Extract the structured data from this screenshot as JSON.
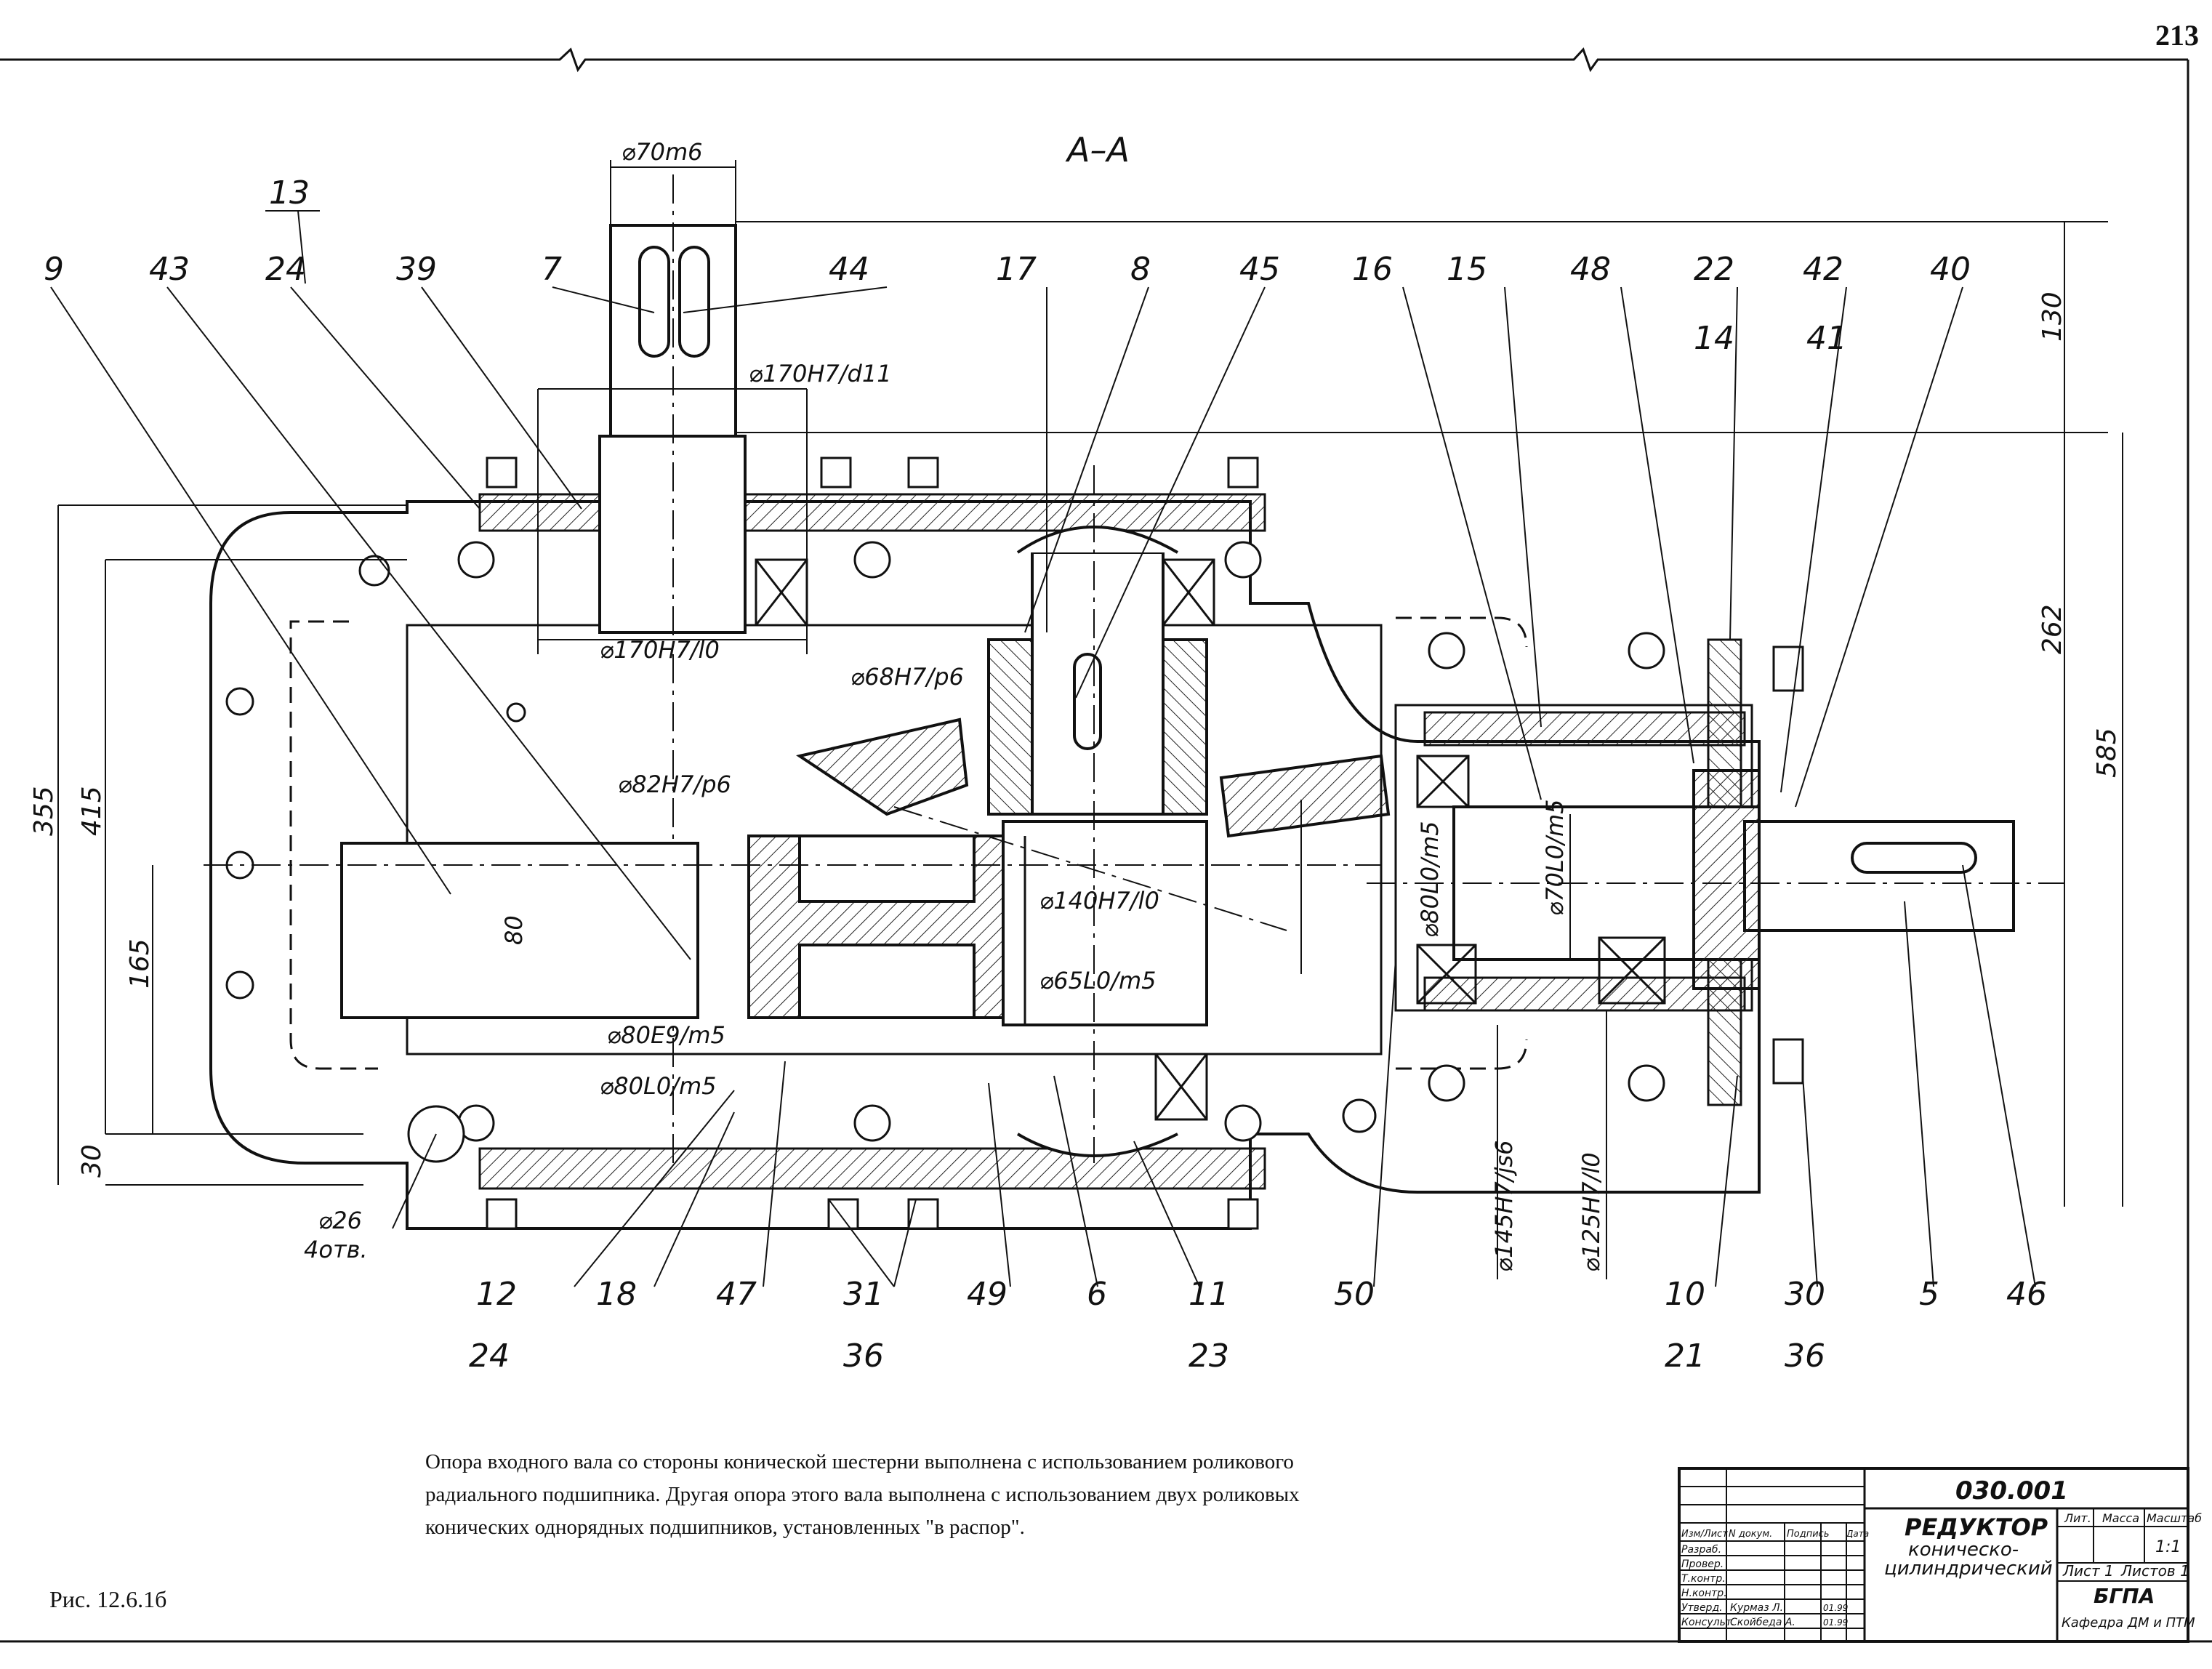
{
  "page_number": "213",
  "section_title": "A–A",
  "callouts": {
    "top": [
      "13",
      "9",
      "43",
      "24",
      "39",
      "7",
      "44",
      "17",
      "8",
      "45",
      "16",
      "15",
      "48",
      "22",
      "42",
      "40",
      "14",
      "41"
    ],
    "bottom": [
      "12",
      "24",
      "18",
      "47",
      "31",
      "36",
      "49",
      "6",
      "11",
      "23",
      "50",
      "10",
      "21",
      "30",
      "36",
      "5",
      "46"
    ]
  },
  "dimensions": {
    "d70m6": "⌀70m6",
    "d170_d11": "⌀170H7/d11",
    "d170_l0": "⌀170H7/l0",
    "d68p6": "⌀68H7/p6",
    "d82p6": "⌀82H7/p6",
    "d140l0": "⌀140H7/l0",
    "d65m5": "⌀65L0/m5",
    "d80e9": "⌀80E9/m5",
    "d80m5": "⌀80L0/m5",
    "d80m5v": "⌀80L0/m5",
    "d70m5v": "⌀70L0/m5",
    "d145js6": "⌀145H7/js6",
    "d125l0": "⌀125H7/l0",
    "d26": "⌀26",
    "holes": "4отв.",
    "v80": "80",
    "v355": "355",
    "v415": "415",
    "v165": "165",
    "v30": "30",
    "v130": "130",
    "v262": "262",
    "v585": "585"
  },
  "caption": {
    "line1": "Опора входного вала со стороны конической шестерни выполнена с использованием роликового",
    "line2": "радиального подшипника. Другая опора этого вала выполнена с использованием двух роликовых",
    "line3": "конических однорядных подшипников, установленных \"в распор\".",
    "figure": "Рис. 12.6.1б"
  },
  "title_block": {
    "doc_number": "030.001",
    "name1": "РЕДУКТОР",
    "name2": "коническо-",
    "name3": "цилиндрический",
    "lit": "Лит.",
    "mass": "Масса",
    "scale": "Масштаб",
    "scale_value": "1:1",
    "sheet": "Лист 1",
    "sheets": "Листов 1",
    "org": "БГПА",
    "dept": "Кафедра ДМ и ПТМ",
    "rows": [
      "Изм/Лист",
      "Разраб.",
      "Провер.",
      "Т.контр.",
      "Н.контр.",
      "Утверд.",
      "Консульт."
    ],
    "header_cols": [
      "N докум.",
      "Подпись",
      "Дата"
    ],
    "person1": "Курмаз Л.",
    "person2": "Скойбеда А.",
    "date1": "01.99",
    "date2": "01.99"
  }
}
